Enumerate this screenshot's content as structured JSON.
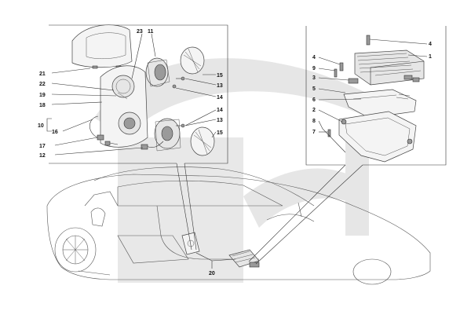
{
  "callouts": {
    "c23": "23",
    "c11": "11",
    "c21": "21",
    "c22": "22",
    "c19": "19",
    "c18": "18",
    "c10": "10",
    "c16": "16",
    "c17": "17",
    "c12": "12",
    "c15a": "15",
    "c13a": "13",
    "c14a": "14",
    "c14b": "14",
    "c13b": "13",
    "c15b": "15",
    "c4a": "4",
    "c1": "1",
    "c4b": "4",
    "c9": "9",
    "c3": "3",
    "c5": "5",
    "c6": "6",
    "c2": "2",
    "c8": "8",
    "c7": "7",
    "c20": "20"
  },
  "colors": {
    "watermark": "#e6e6e6",
    "line": "#333333"
  }
}
